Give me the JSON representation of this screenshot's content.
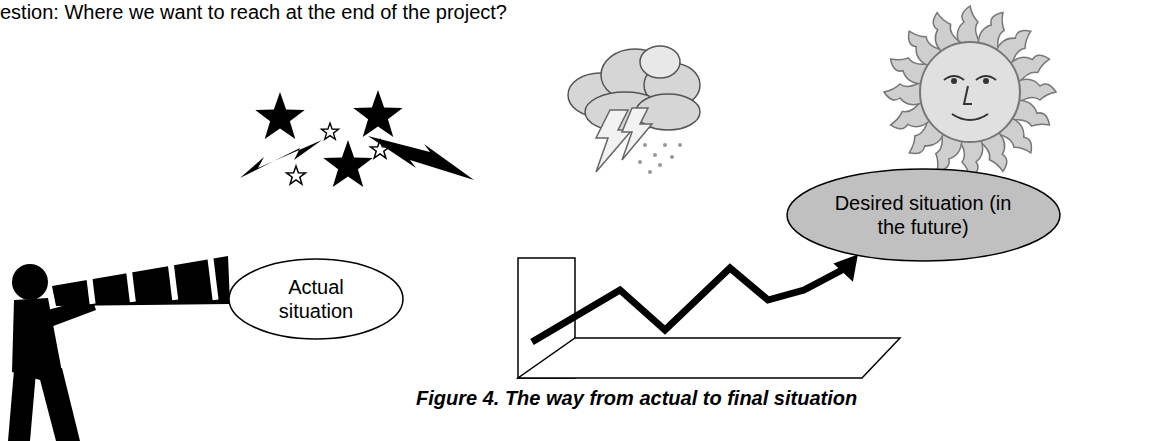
{
  "diagram": {
    "title": "estion: Where we want to reach at the end of the project?",
    "caption": "Figure 4. The way from actual to final situation",
    "nodes": [
      {
        "text": [
          "Actual situation"
        ]
      },
      {
        "text": [
          "Desired situation (in the future)"
        ]
      }
    ]
  }
}
